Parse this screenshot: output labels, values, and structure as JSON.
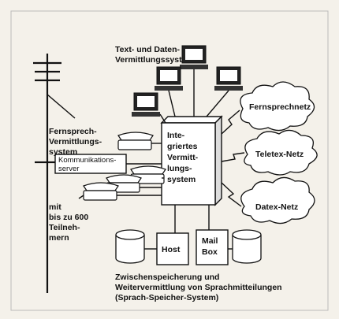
{
  "diagram": {
    "text_data_system": [
      "Text- und Daten-",
      "Vermittlungssystem"
    ],
    "telephone_exchange": [
      "Fernsprech-",
      "Vermittlungs-",
      "system"
    ],
    "comm_server": [
      "Kommunikations-",
      "server"
    ],
    "subscribers": [
      "mit",
      "bis zu 600",
      "Teilneh-",
      "mern"
    ],
    "integrated_system": [
      "Inte-",
      "griertes",
      "Vermitt-",
      "lungs-",
      "system"
    ],
    "networks": {
      "telephone": "Fernsprechnetz",
      "teletex": "Teletex-Netz",
      "datex": "Datex-Netz"
    },
    "host": "Host",
    "mailbox": [
      "Mail",
      "Box"
    ],
    "caption": [
      "Zwischenspeicherung und",
      "Weitervermittlung von Sprachmitteilungen",
      "(Sprach-Speicher-System)"
    ]
  },
  "colors": {
    "ink": "#111111",
    "paper": "#f4f1ea",
    "fill": "#ffffff"
  }
}
